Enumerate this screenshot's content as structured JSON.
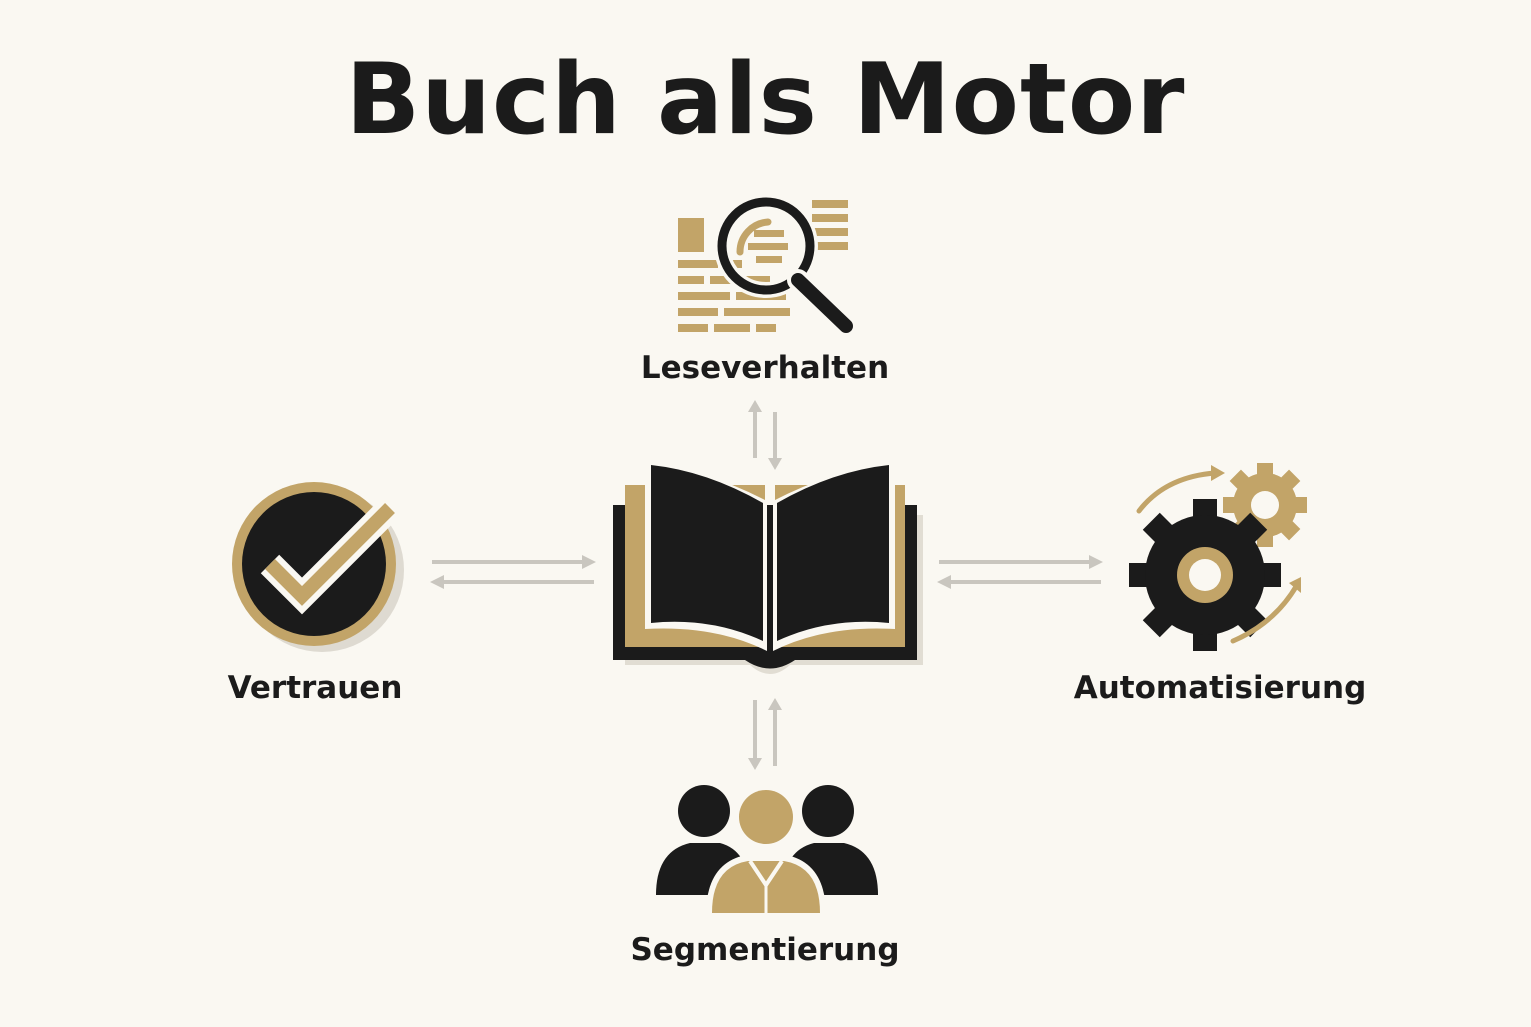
{
  "title": "Buch als Motor",
  "colors": {
    "background": "#faf8f2",
    "dark": "#1b1b1b",
    "gold": "#c2a468",
    "arrow": "#c9c6bf"
  },
  "center": {
    "icon": "open-book-icon"
  },
  "nodes": {
    "top": {
      "label": "Leseverhalten",
      "icon": "magnifier-text-icon"
    },
    "left": {
      "label": "Vertrauen",
      "icon": "checkmark-circle-icon"
    },
    "right": {
      "label": "Automatisierung",
      "icon": "gears-icon"
    },
    "bottom": {
      "label": "Segmentierung",
      "icon": "people-group-icon"
    }
  }
}
